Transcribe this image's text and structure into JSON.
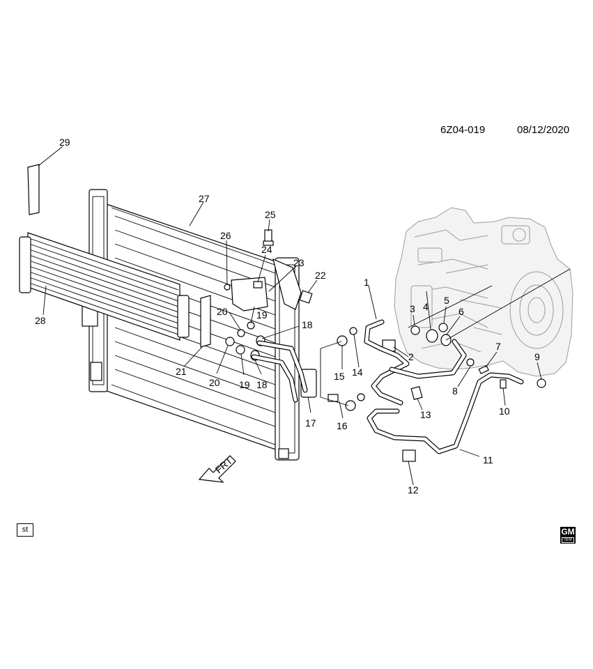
{
  "header": {
    "code": "6Z04-019",
    "date": "08/12/2020"
  },
  "direction_label": "FRT",
  "view_tag": "st",
  "logo": {
    "top": "GM",
    "bottom": "OEM"
  },
  "callouts": [
    "1",
    "2",
    "3",
    "4",
    "5",
    "6",
    "7",
    "8",
    "9",
    "10",
    "11",
    "12",
    "13",
    "14",
    "15",
    "16",
    "17",
    "18",
    "18",
    "19",
    "19",
    "20",
    "20",
    "21",
    "22",
    "23",
    "24",
    "25",
    "26",
    "27",
    "28",
    "29"
  ]
}
